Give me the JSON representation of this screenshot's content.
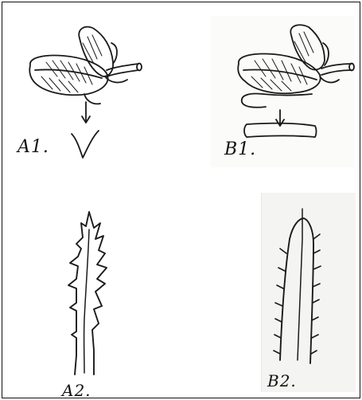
{
  "figure": {
    "labels": {
      "a1": "A1.",
      "b1": "B1.",
      "a2": "A2.",
      "b2": "B2."
    },
    "colors": {
      "ink": "#1a1a1a",
      "paper": "#ffffff",
      "paper_patch": "#f4f4f2"
    }
  }
}
